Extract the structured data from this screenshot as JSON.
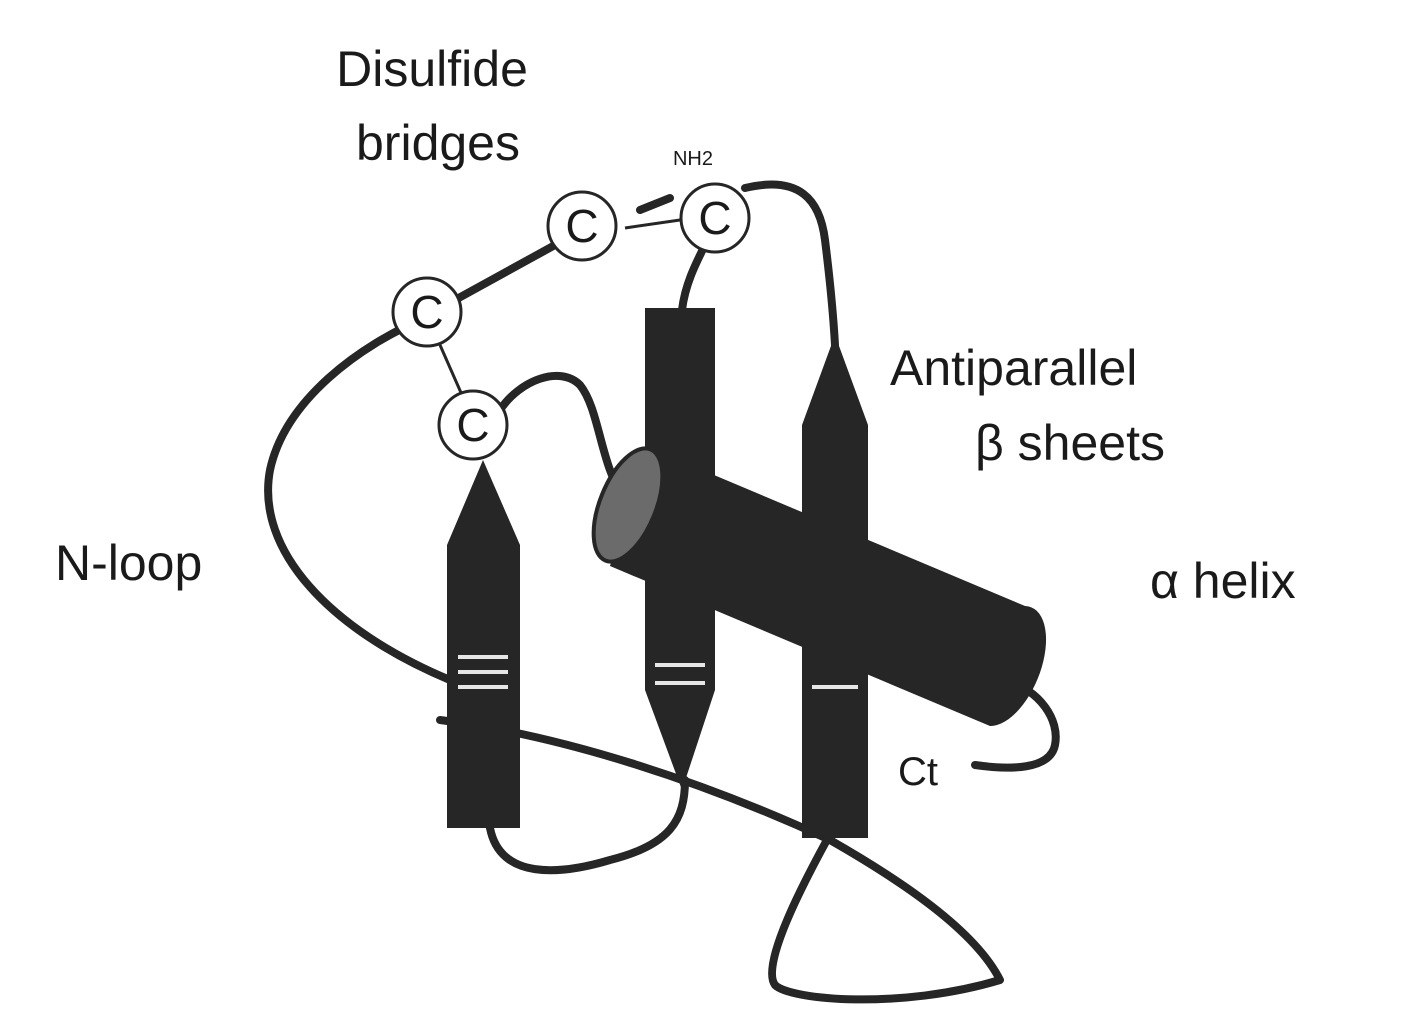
{
  "labels": {
    "disulfide_line1": "Disulfide",
    "disulfide_line2": "bridges",
    "nh2": "NH2",
    "antiparallel_line1": "Antiparallel",
    "antiparallel_line2": "β sheets",
    "alpha_helix": "α helix",
    "n_loop": "N-loop",
    "ct": "Ct",
    "cysteine": "C"
  },
  "colors": {
    "structure": "#262626",
    "helix_end": "#6b6b6b",
    "marks": "#e6e6e6",
    "background": "#ffffff"
  }
}
